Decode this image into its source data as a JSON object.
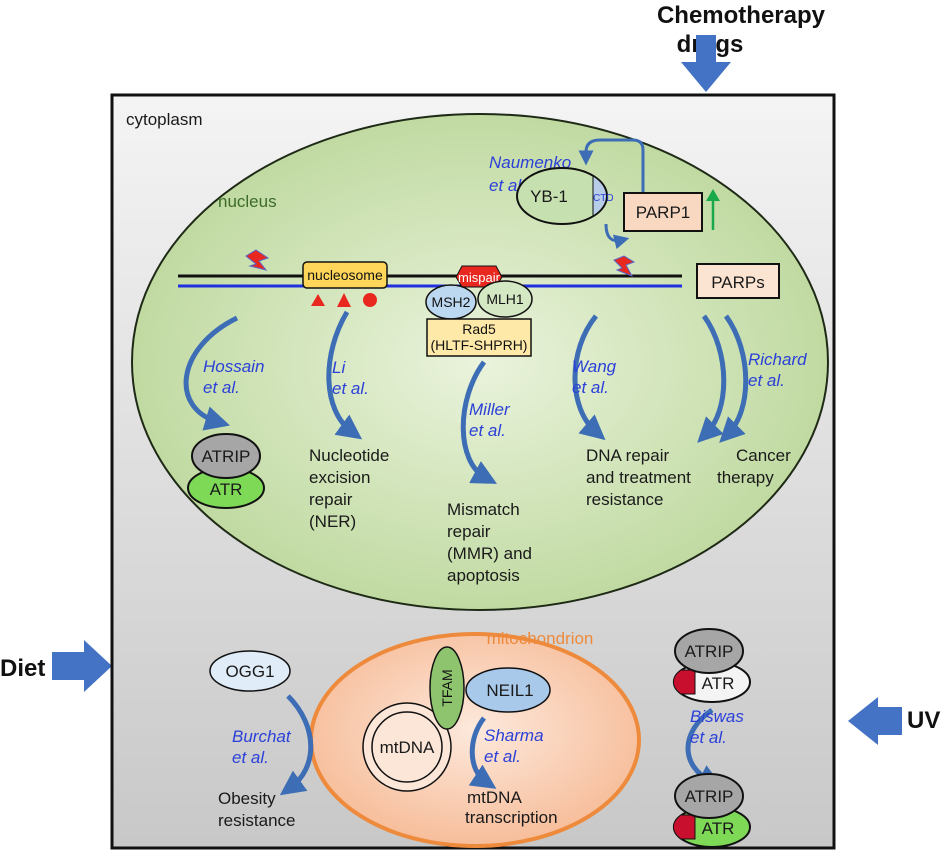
{
  "inputs": {
    "chemo_line1": "Chemotherapy",
    "chemo_line2": "drugs",
    "diet": "Diet",
    "uv": "UV"
  },
  "compartments": {
    "cytoplasm": "cytoplasm",
    "nucleus": "nucleus",
    "mitochondrion": "mitochondrion"
  },
  "proteins": {
    "yb1": "YB-1",
    "ctd": "CTD",
    "parp1": "PARP1",
    "parps": "PARPs",
    "nucleosome": "nucleosome",
    "mispair": "mispair",
    "msh2": "MSH2",
    "mlh1": "MLH1",
    "rad5_line1": "Rad5",
    "rad5_line2": "(HLTF-SHPRH)",
    "atrip": "ATRIP",
    "atr": "ATR",
    "ogg1": "OGG1",
    "tfam": "TFAM",
    "neil1": "NEIL1",
    "mtdna": "mtDNA"
  },
  "citations": {
    "naumenko": [
      "Naumenko",
      "et al."
    ],
    "hossain": [
      "Hossain",
      "et al."
    ],
    "li": [
      "Li",
      "et al."
    ],
    "miller": [
      "Miller",
      "et al."
    ],
    "wang": [
      "Wang",
      "et al."
    ],
    "richard": [
      "Richard",
      "et al."
    ],
    "burchat": [
      "Burchat",
      "et al."
    ],
    "sharma": [
      "Sharma",
      "et al."
    ],
    "biswas": [
      "Biswas",
      "et al."
    ]
  },
  "outcomes": {
    "ner": [
      "Nucleotide",
      "excision",
      "repair",
      "(NER)"
    ],
    "mmr": [
      "Mismatch",
      "repair",
      "(MMR) and",
      "apoptosis"
    ],
    "dna_repair": [
      "DNA repair",
      "and treatment",
      "resistance"
    ],
    "cancer": [
      "Cancer",
      "therapy"
    ],
    "obesity": [
      "Obesity",
      "resistance"
    ],
    "mtdna_tx": [
      "mtDNA",
      "transcription"
    ]
  },
  "colors": {
    "citation": "#2b40d8",
    "nucleus_fill": "#cfe3b4",
    "nucleus_stroke": "#1e2a16",
    "mito_fill": "#f8c9a8",
    "mito_stroke": "#ee8a3c",
    "arrow_blue": "#3d6db5",
    "atr_green": "#7ed957",
    "atrip_gray": "#a6a6a6",
    "parp_fill": "#f8d8c0",
    "nucleosome_fill": "#ffd65a",
    "mispair_red": "#e8281e",
    "up_arrow_green": "#19a84a"
  }
}
